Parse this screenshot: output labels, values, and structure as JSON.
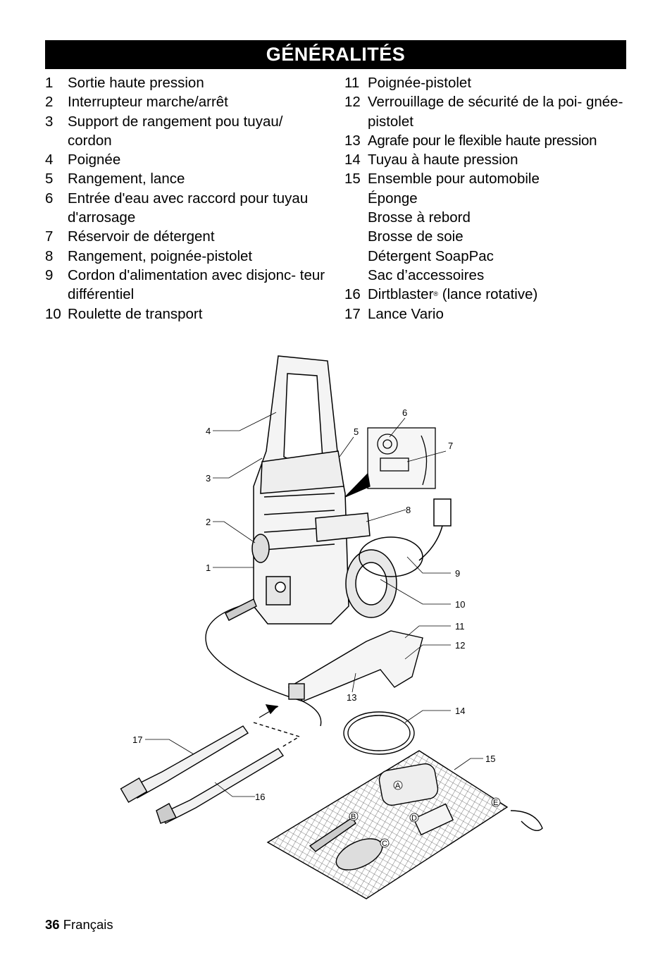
{
  "header": {
    "title": "GÉNÉRALITÉS"
  },
  "list_left": [
    {
      "num": "1",
      "text": "Sortie haute pression"
    },
    {
      "num": "2",
      "text": "Interrupteur marche/arrêt"
    },
    {
      "num": "3",
      "text": "Support de rangement pou tuyau/ cordon"
    },
    {
      "num": "4",
      "text": "Poignée"
    },
    {
      "num": "5",
      "text": "Rangement, lance"
    },
    {
      "num": "6",
      "text": "Entrée d'eau avec raccord pour tuyau d'arrosage"
    },
    {
      "num": "7",
      "text": "Réservoir de détergent"
    },
    {
      "num": "8",
      "text": "Rangement, poignée-pistolet"
    },
    {
      "num": "9",
      "text": "Cordon d'alimentation avec disjonc- teur différentiel"
    },
    {
      "num": "10",
      "text": "Roulette de transport"
    }
  ],
  "list_right": [
    {
      "num": "11",
      "text": "Poignée-pistolet"
    },
    {
      "num": "12",
      "text": "Verrouillage de sécurité de la poi- gnée-pistolet"
    },
    {
      "num": "13",
      "text": "Agrafe pour le flexible haute pression"
    },
    {
      "num": "14",
      "text": "Tuyau à haute pression"
    },
    {
      "num": "15",
      "text": "Ensemble pour automobile"
    }
  ],
  "kit_items": [
    "Éponge",
    "Brosse à rebord",
    "Brosse de soie",
    "Détergent SoapPac",
    "Sac d’accessoires"
  ],
  "list_right_end": [
    {
      "num": "16",
      "text": "Dirtblaster",
      "reg": "®",
      "suffix": " (lance rotative)"
    },
    {
      "num": "17",
      "text": "Lance Vario"
    }
  ],
  "figure": {
    "callouts": [
      "1",
      "2",
      "3",
      "4",
      "5",
      "6",
      "7",
      "8",
      "9",
      "10",
      "11",
      "12",
      "13",
      "14",
      "15",
      "16",
      "17"
    ],
    "kit_letters": [
      "A",
      "B",
      "C",
      "D",
      "E"
    ]
  },
  "footer": {
    "page": "36",
    "language": "Français"
  }
}
